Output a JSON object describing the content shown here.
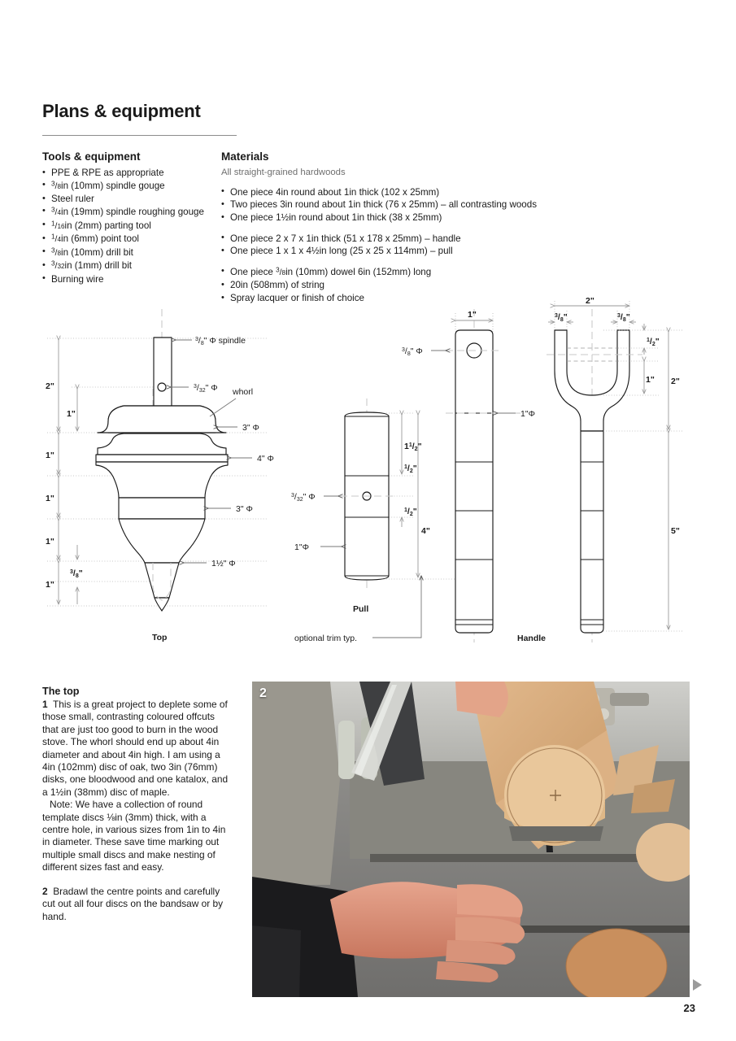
{
  "page": {
    "title": "Plans & equipment",
    "number": "23",
    "next_arrow_icon": "triangle-right-icon"
  },
  "tools": {
    "heading": "Tools & equipment",
    "items": [
      "PPE & RPE as appropriate",
      "Steel ruler",
      "3/8in (10mm) spindle gouge",
      "3/4in (19mm) spindle roughing gouge",
      "1/16in (2mm) parting tool",
      "1/4in (6mm) point tool",
      "3/8in (10mm) drill bit",
      "3/32in (1mm) drill bit",
      "Burning wire"
    ]
  },
  "materials": {
    "heading": "Materials",
    "note": "All straight-grained hardwoods",
    "groups": [
      [
        "One piece 4in round about 1in thick (102 x 25mm)",
        "Two pieces 3in round about 1in thick (76 x 25mm) – all contrasting woods",
        "One piece 1½in round about 1in thick (38 x 25mm)"
      ],
      [
        "One piece 2 x 7 x 1in thick (51 x 178 x 25mm) – handle",
        "One piece 1 x 1 x 4½in long (25 x 25 x 114mm) – pull"
      ],
      [
        "One piece 3/8in (10mm) dowel 6in (152mm) long",
        "20in (508mm) of string",
        "Spray lacquer or finish of choice"
      ]
    ]
  },
  "drawings": {
    "top": {
      "caption": "Top",
      "labels": {
        "spindle": "3/8\" Φ spindle",
        "hole": "3/32\" Φ",
        "whorl": "whorl",
        "d3a": "3\" Φ",
        "d4": "4\" Φ",
        "d3b": "3\" Φ",
        "d15": "1½\" Φ"
      },
      "vdims": [
        "2\"",
        "1\"",
        "1\"",
        "1\"",
        "1\"",
        "1\"",
        "3/8\""
      ]
    },
    "pull": {
      "caption": "Pull",
      "labels": {
        "hole": "3/32\" Φ",
        "diameter": "1\"Φ"
      },
      "vdims": [
        "1½\"",
        "½\"",
        "½\"",
        "4\""
      ]
    },
    "handle": {
      "caption": "Handle",
      "labels": {
        "hole": "3/8\" Φ",
        "width": "1\"",
        "diameter": "1\"Φ",
        "span": "2\"",
        "prong_left": "3/8\"",
        "prong_right": "3/8\""
      },
      "vdims": [
        "½\"",
        "1\"",
        "2\"",
        "5\""
      ]
    },
    "optional_trim": "optional trim typ."
  },
  "article": {
    "heading": "The top",
    "step1_num": "1",
    "step1_text": "This is a great project to deplete some of those small, contrasting coloured offcuts that are just too good to burn in the wood stove. The whorl should end up about 4in diameter and about 4in high. I am using a 4in (102mm) disc of oak, two 3in (76mm) disks, one bloodwood and one katalox, and a 1½in (38mm) disc of maple.",
    "note_text": "Note: We have a collection of round template discs ⅛in (3mm) thick, with a centre hole, in various sizes from 1in to 4in in diameter. These save time marking out multiple small discs and make nesting of different sizes fast and easy.",
    "step2_num": "2",
    "step2_text": "Bradawl the centre points and carefully cut out all four discs on the bandsaw or by hand."
  },
  "photo": {
    "badge": "2",
    "alt": "Hand guiding a wooden board with a marked disc through a bandsaw blade"
  },
  "colors": {
    "text": "#1a1a1a",
    "muted": "#6f6f6f",
    "rule": "#8d8d8d",
    "drawing_line": "#1a1a1a",
    "dim_line": "#9a9a9a",
    "centerline": "#c7c7c7"
  }
}
